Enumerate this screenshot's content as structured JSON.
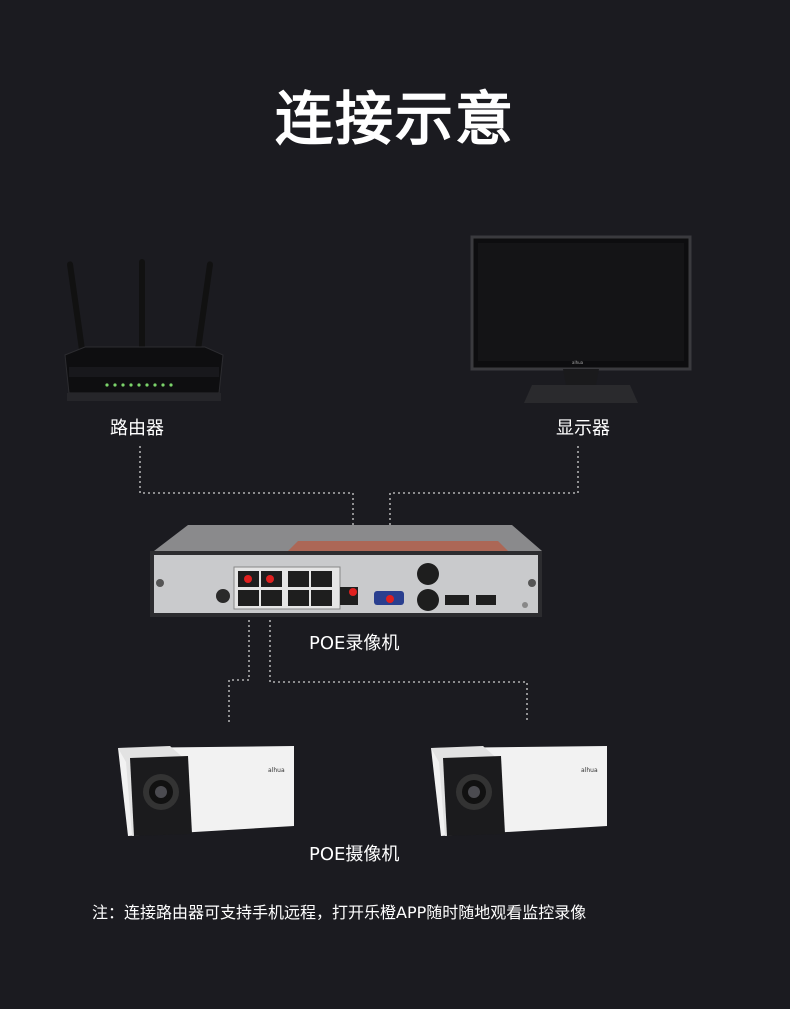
{
  "title": "连接示意",
  "devices": {
    "router": "路由器",
    "monitor": "显示器",
    "nvr": "POE录像机",
    "cameras": "POE摄像机"
  },
  "camera_brand": "alhua",
  "note": "注：连接路由器可支持手机远程，打开乐橙APP随时随地观看监控录像",
  "colors": {
    "background": "#1b1b20",
    "port_marker": "#e0201f",
    "dotted_line": "#cfcfcf"
  }
}
